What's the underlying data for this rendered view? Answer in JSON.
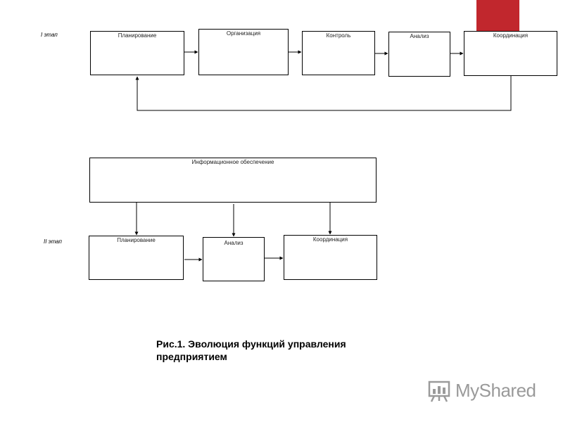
{
  "stage1": {
    "label": "I этап",
    "boxes": [
      "Планирование",
      "Организация",
      "Контроль",
      "Анализ",
      "Координация"
    ]
  },
  "stage2": {
    "label": "II этап",
    "info_box": "Информационное обеспечение",
    "boxes": [
      "Планирование",
      "Анализ",
      "Координация"
    ]
  },
  "caption": "Рис.1. Эволюция функций управления предприятием",
  "watermark": {
    "text": "MyShared",
    "icon": "presentation-board-icon"
  },
  "colors": {
    "accent": "#c1272d",
    "line": "#000000",
    "watermark": "#9a9a9a"
  }
}
